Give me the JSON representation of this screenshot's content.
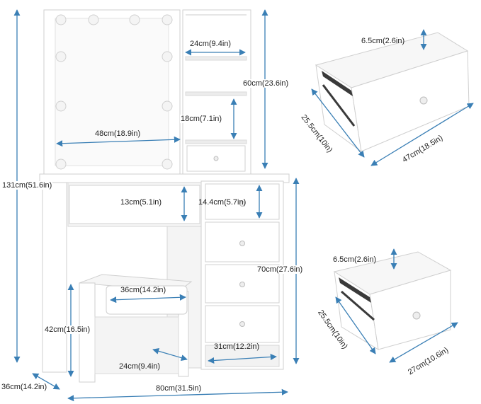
{
  "colors": {
    "dimension_line": "#3a7fb5",
    "furniture_fill": "#ffffff",
    "furniture_edge": "#cfcfcf",
    "furniture_shade": "#f2f2f2",
    "bulb": "#f4f4f4",
    "mirror": "#fafafa",
    "rail": "#3a3a3a"
  },
  "dimensions": {
    "total_height": "131cm(51.6in)",
    "table_depth": "36cm(14.2in)",
    "table_width": "80cm(31.5in)",
    "mirror_width": "48cm(18.9in)",
    "shelf_width": "24cm(9.4in)",
    "upper_height": "60cm(23.6in)",
    "shelf_gap": "18cm(7.1in)",
    "center_drawer_height": "13cm(5.1in)",
    "side_drawer_height": "14.4cm(5.7in)",
    "desk_height": "70cm(27.6in)",
    "stool_width": "36cm(14.2in)",
    "stool_height": "42cm(16.5in)",
    "stool_depth": "24cm(9.4in)",
    "bottom_shelf_width": "31cm(12.2in)"
  },
  "drawer_large": {
    "height": "6.5cm(2.6in)",
    "depth": "25.5cm(10in)",
    "width": "47cm(18.5in)"
  },
  "drawer_small": {
    "height": "6.5cm(2.6in)",
    "depth": "25.5cm(10in)",
    "width": "27cm(10.6in)"
  }
}
